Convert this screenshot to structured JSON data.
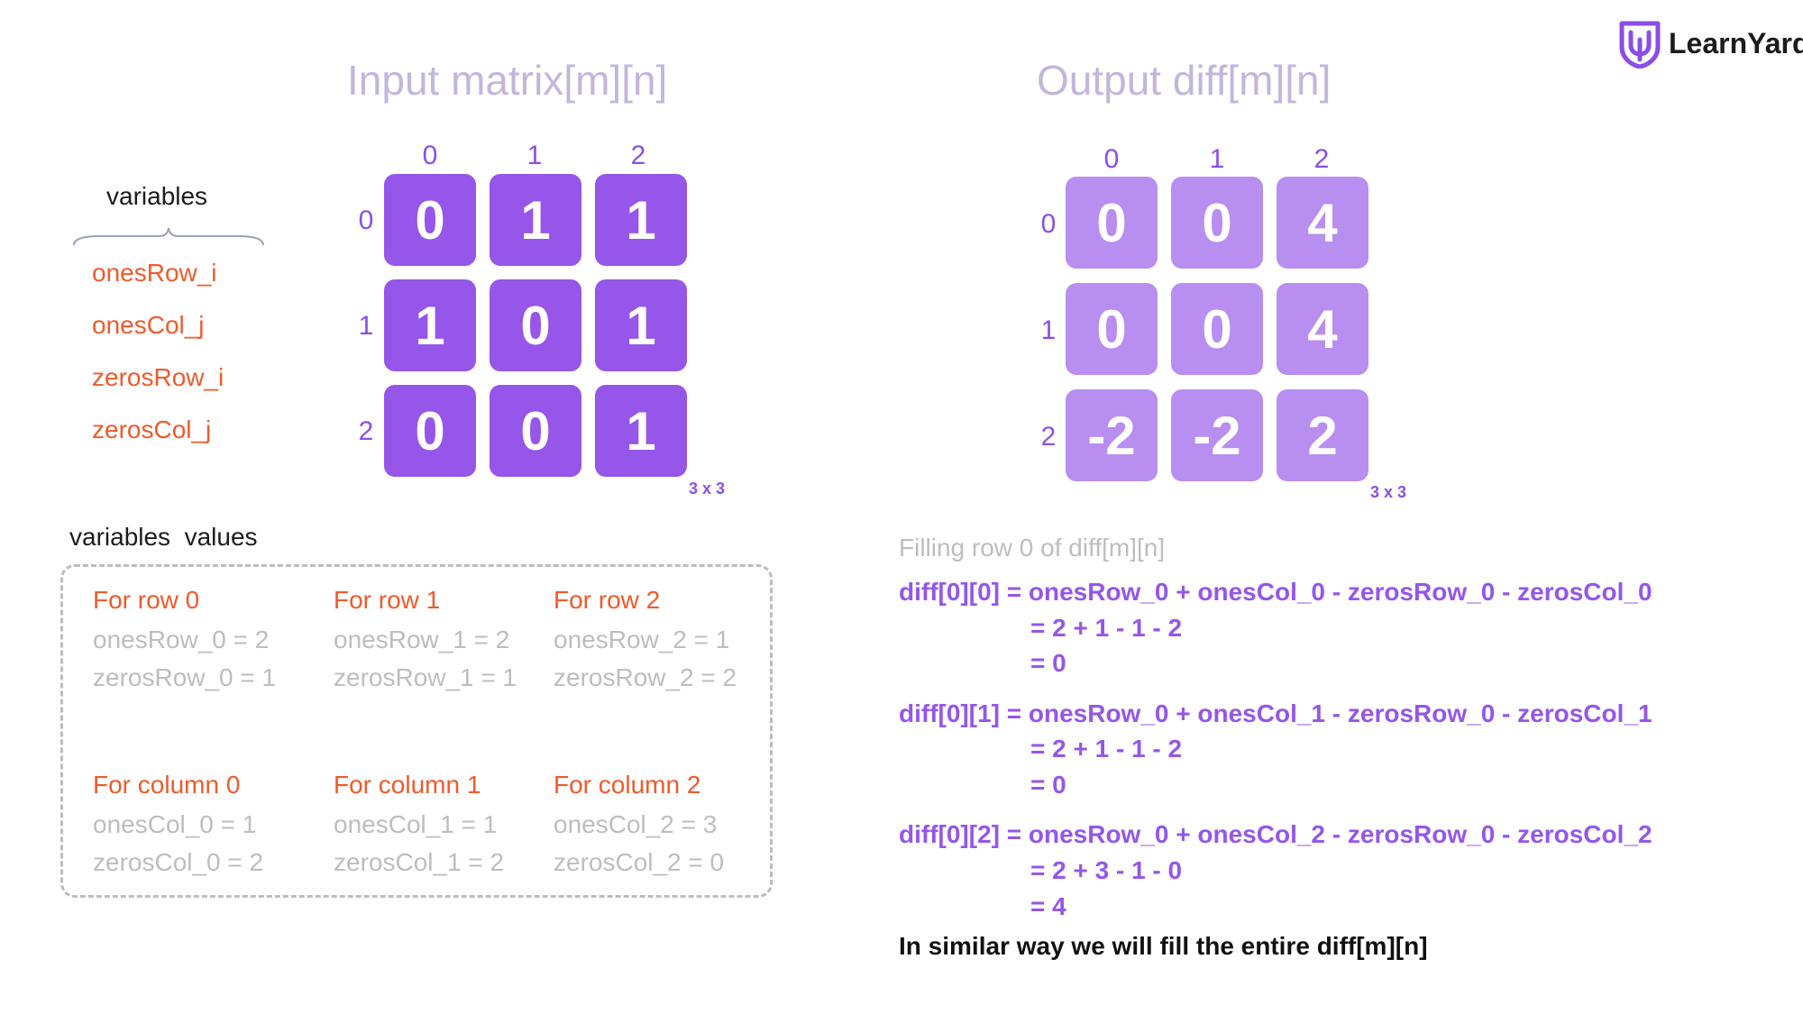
{
  "logo": {
    "text": "LearnYard",
    "color": "#8a4fe6"
  },
  "input": {
    "title": "Input matrix[m][n]",
    "col_idx": [
      "0",
      "1",
      "2"
    ],
    "row_idx": [
      "0",
      "1",
      "2"
    ],
    "cells": [
      [
        "0",
        "1",
        "1"
      ],
      [
        "1",
        "0",
        "1"
      ],
      [
        "0",
        "0",
        "1"
      ]
    ],
    "dim": "3 x 3"
  },
  "output": {
    "title": "Output diff[m][n]",
    "col_idx": [
      "0",
      "1",
      "2"
    ],
    "row_idx": [
      "0",
      "1",
      "2"
    ],
    "cells": [
      [
        "0",
        "0",
        "4"
      ],
      [
        "0",
        "0",
        "4"
      ],
      [
        "-2",
        "-2",
        "2"
      ]
    ],
    "dim": "3 x 3"
  },
  "variables": {
    "label": "variables",
    "names": [
      "onesRow_i",
      "onesCol_j",
      "zerosRow_i",
      "zerosCol_j"
    ]
  },
  "values": {
    "label": "variables  values",
    "rows": [
      {
        "title": "For row 0",
        "lines": [
          "onesRow_0 = 2",
          "zerosRow_0 = 1"
        ]
      },
      {
        "title": "For row 1",
        "lines": [
          "onesRow_1 = 2",
          "zerosRow_1 = 1"
        ]
      },
      {
        "title": "For row 2",
        "lines": [
          "onesRow_2 = 1",
          "zerosRow_2 = 2"
        ]
      }
    ],
    "cols": [
      {
        "title": "For column 0",
        "lines": [
          "onesCol_0 = 1",
          "zerosCol_0 = 2"
        ]
      },
      {
        "title": "For column 1",
        "lines": [
          "onesCol_1 = 1",
          "zerosCol_1 = 2"
        ]
      },
      {
        "title": "For column 2",
        "lines": [
          "onesCol_2 = 3",
          "zerosCol_2 = 0"
        ]
      }
    ]
  },
  "explain": {
    "heading": "Filling row 0 of diff[m][n]",
    "blocks": [
      {
        "eq": "diff[0][0] = onesRow_0 + onesCol_0 - zerosRow_0 - zerosCol_0",
        "step": "= 2 + 1 - 1 - 2",
        "result": "= 0"
      },
      {
        "eq": "diff[0][1] = onesRow_0 + onesCol_1 - zerosRow_0 - zerosCol_1",
        "step": "= 2 + 1 - 1 - 2",
        "result": "= 0"
      },
      {
        "eq": "diff[0][2] = onesRow_0 + onesCol_2 - zerosRow_0 - zerosCol_2",
        "step": "= 2 + 3 - 1 - 0",
        "result": "= 4"
      }
    ],
    "footer": "In similar way we will fill the entire diff[m][n]"
  }
}
